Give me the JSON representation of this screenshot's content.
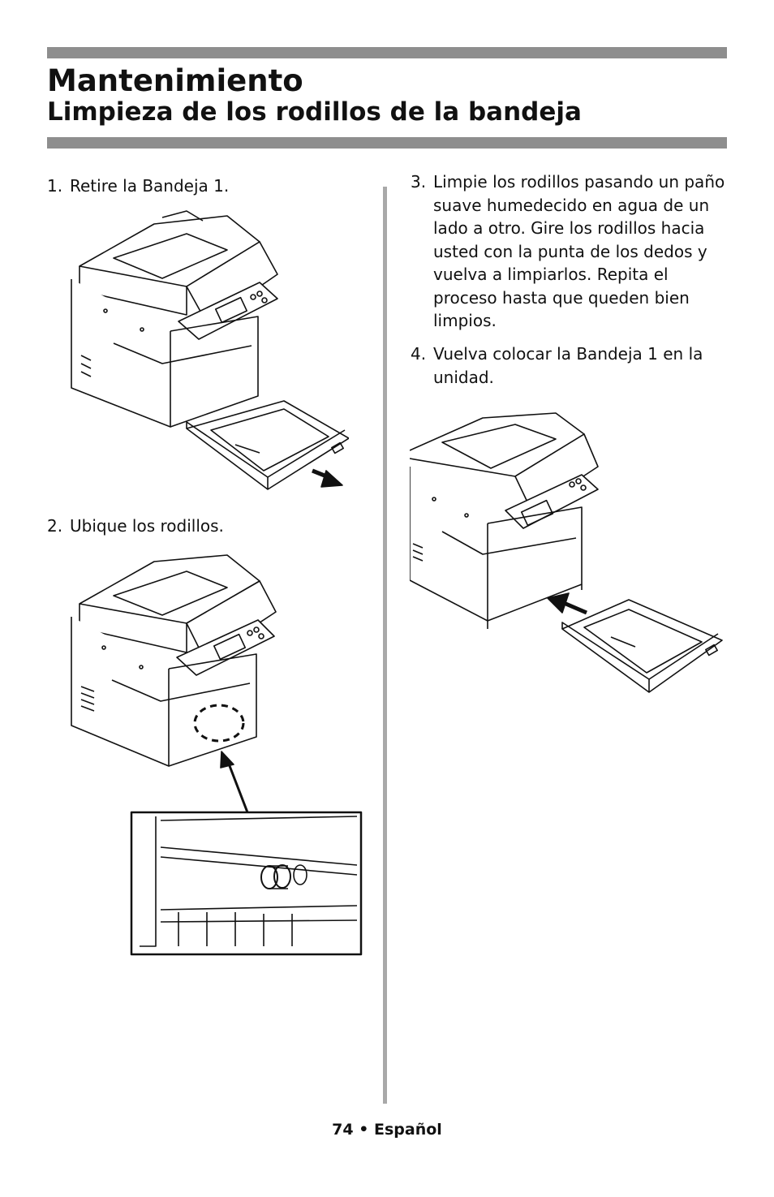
{
  "header": {
    "title": "Mantenimiento",
    "subtitle": "Limpieza de los rodillos de la bandeja"
  },
  "steps": [
    {
      "number": "1.",
      "text": "Retire la Bandeja 1."
    },
    {
      "number": "2.",
      "text": "Ubique los rodillos."
    },
    {
      "number": "3.",
      "text": "Limpie los rodillos pasando un paño suave humedecido en agua de un lado a otro. Gire los rodillos hacia usted con la punta de los dedos y vuelva a limpiarlos. Repita el proceso hasta que queden bien limpios."
    },
    {
      "number": "4.",
      "text": "Vuelva colocar la Bandeja 1 en la unidad."
    }
  ],
  "footer": {
    "page_number": "74",
    "separator": "•",
    "language": "Español"
  }
}
